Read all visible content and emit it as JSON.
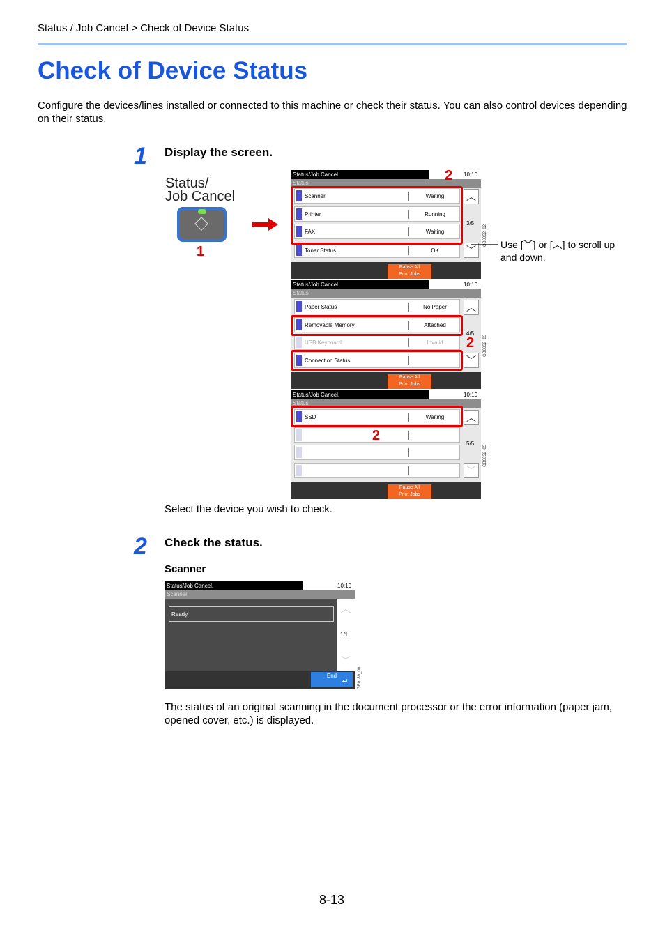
{
  "header": {
    "breadcrumb": "Status / Job Cancel > Check of Device Status"
  },
  "title": "Check of Device Status",
  "intro": "Configure the devices/lines installed or connected to this machine or check their status. You can also control devices depending on their status.",
  "step1": {
    "number": "1",
    "heading": "Display the screen.",
    "key_label_line1": "Status/",
    "key_label_line2": "Job Cancel",
    "callout_key": "1",
    "callout_select": "2",
    "scroll_note": "Use [﹀] or [︿] to scroll up and down.",
    "caption": "Select the device you wish to check."
  },
  "panels": [
    {
      "title": "Status/Job Cancel.",
      "time": "10:10",
      "subtitle": "Status",
      "rows": [
        {
          "label": "Scanner",
          "value": "Waiting"
        },
        {
          "label": "Printer",
          "value": "Running"
        },
        {
          "label": "FAX",
          "value": "Waiting"
        },
        {
          "label": "Toner Status",
          "value": "OK"
        }
      ],
      "page": "3/5",
      "pause": "Pause All Print Jobs",
      "code": "GB0052_02"
    },
    {
      "title": "Status/Job Cancel.",
      "time": "10:10",
      "subtitle": "Status",
      "rows": [
        {
          "label": "Paper Status",
          "value": "No Paper"
        },
        {
          "label": "Removable Memory",
          "value": "Attached"
        },
        {
          "label": "USB Keyboard",
          "value": "Invalid"
        },
        {
          "label": "Connection Status",
          "value": ""
        }
      ],
      "page": "4/5",
      "pause": "Pause All Print Jobs",
      "code": "GB0052_03"
    },
    {
      "title": "Status/Job Cancel.",
      "time": "10:10",
      "subtitle": "Status",
      "rows": [
        {
          "label": "SSD",
          "value": "Waiting"
        },
        {
          "label": "",
          "value": ""
        },
        {
          "label": "",
          "value": ""
        },
        {
          "label": "",
          "value": ""
        }
      ],
      "page": "5/5",
      "pause": "Pause All Print Jobs",
      "code": "GB0052_05"
    }
  ],
  "step2": {
    "number": "2",
    "heading": "Check the status.",
    "subheading": "Scanner",
    "scanner_panel": {
      "title": "Status/Job Cancel.",
      "time": "10:10",
      "subtitle": "Scanner",
      "message": "Ready.",
      "page": "1/1",
      "end": "End",
      "code": "GB0189_00"
    },
    "description": "The status of an original scanning in the document processor or the error information (paper jam, opened cover, etc.) is displayed."
  },
  "footer": {
    "page_number": "8-13"
  },
  "colors": {
    "accent": "#1a56db",
    "rule": "#9ec3ee",
    "highlight": "#e00000",
    "pause_button": "#f26522"
  }
}
